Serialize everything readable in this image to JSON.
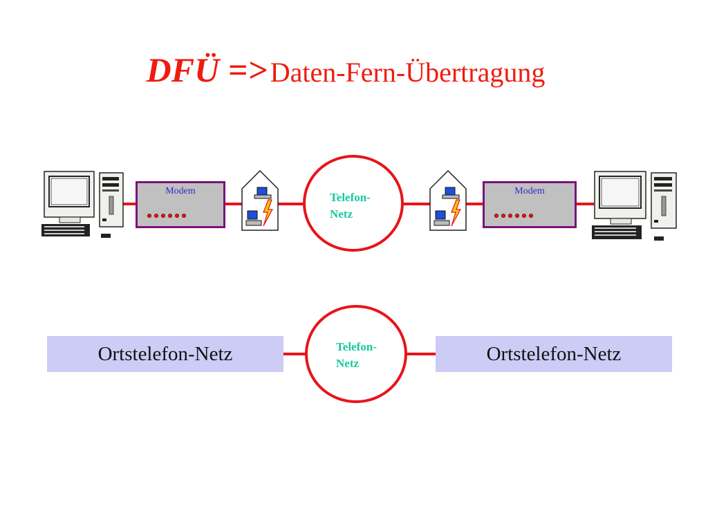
{
  "title": {
    "abbr": "DFÜ =>",
    "text": "Daten-Fern-Übertragung"
  },
  "top_row": {
    "left_modem_label": "Modem",
    "right_modem_label": "Modem",
    "network_label": "Telefon-\nNetz"
  },
  "bottom_row": {
    "left_region_label": "Ortstelefon-Netz",
    "right_region_label": "Ortstelefon-Netz",
    "network_label": "Telefon-\nNetz"
  },
  "colors": {
    "title": "#ee1c0f",
    "connection_line": "#e8141a",
    "network_label": "#18c8a0",
    "modem_body": "#c0c0c0",
    "modem_border": "#7a137a",
    "region_box": "#ccccf6"
  },
  "icons": [
    "computer-icon",
    "modem-icon",
    "house-icon",
    "lightning-icon"
  ]
}
